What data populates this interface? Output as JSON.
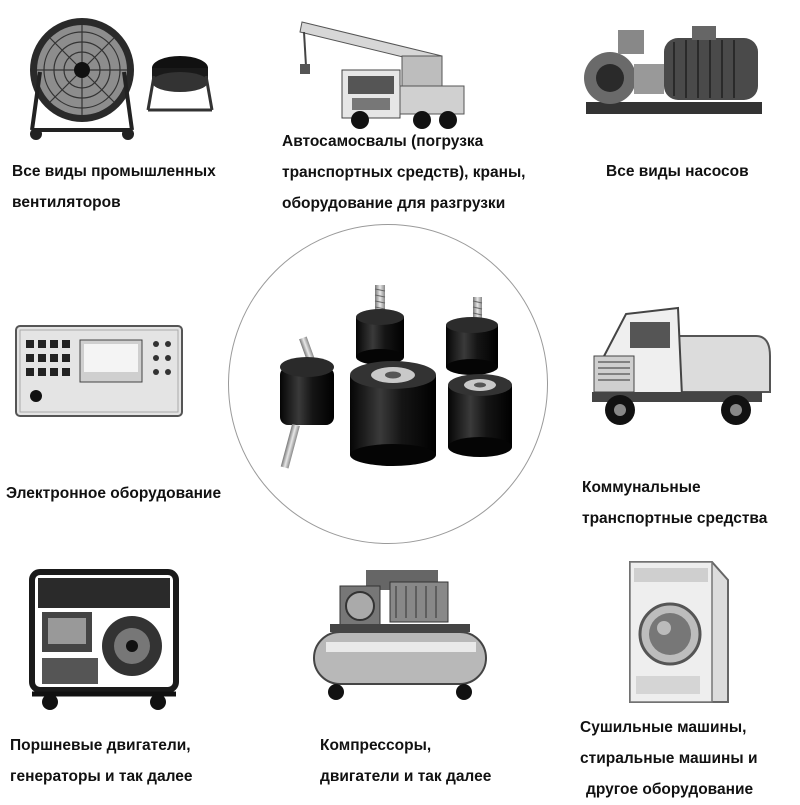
{
  "center": {
    "icon": "rubber-vibration-mounts-icon"
  },
  "items": [
    {
      "id": "fans",
      "icon": "industrial-fan-icon",
      "lines": [
        "Все виды промышленных",
        "вентиляторов"
      ]
    },
    {
      "id": "cranes",
      "icon": "truck-crane-icon",
      "lines": [
        "Автосамосвалы (погрузка",
        "транспортных средств), краны,",
        "оборудование для разгрузки"
      ]
    },
    {
      "id": "pumps",
      "icon": "water-pump-icon",
      "lines": [
        "Все виды насосов"
      ]
    },
    {
      "id": "electronics",
      "icon": "electronic-device-icon",
      "lines": [
        "Электронное оборудование"
      ]
    },
    {
      "id": "municipal",
      "icon": "tanker-truck-icon",
      "lines": [
        "Коммунальные",
        "транспортные средства"
      ]
    },
    {
      "id": "generators",
      "icon": "generator-icon",
      "lines": [
        "Поршневые двигатели,",
        "генераторы и так далее"
      ]
    },
    {
      "id": "compressors",
      "icon": "air-compressor-icon",
      "lines": [
        "Компрессоры,",
        "двигатели и так далее"
      ]
    },
    {
      "id": "washers",
      "icon": "washing-machine-icon",
      "lines": [
        "Сушильные машины,",
        "стиральные машины и",
        "другое оборудование"
      ]
    }
  ]
}
